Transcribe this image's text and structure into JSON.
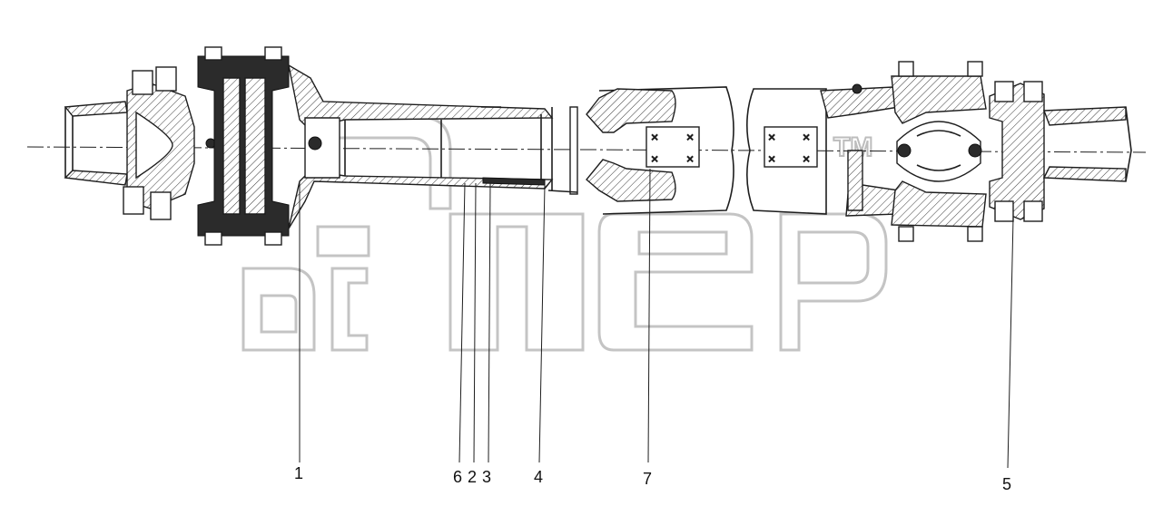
{
  "trademark": "ЭЛЕР",
  "trademark_mark": "TM",
  "callouts": {
    "c1": "1",
    "c6": "6",
    "c2": "2",
    "c3": "3",
    "c4": "4",
    "c7": "7",
    "c5": "5"
  }
}
